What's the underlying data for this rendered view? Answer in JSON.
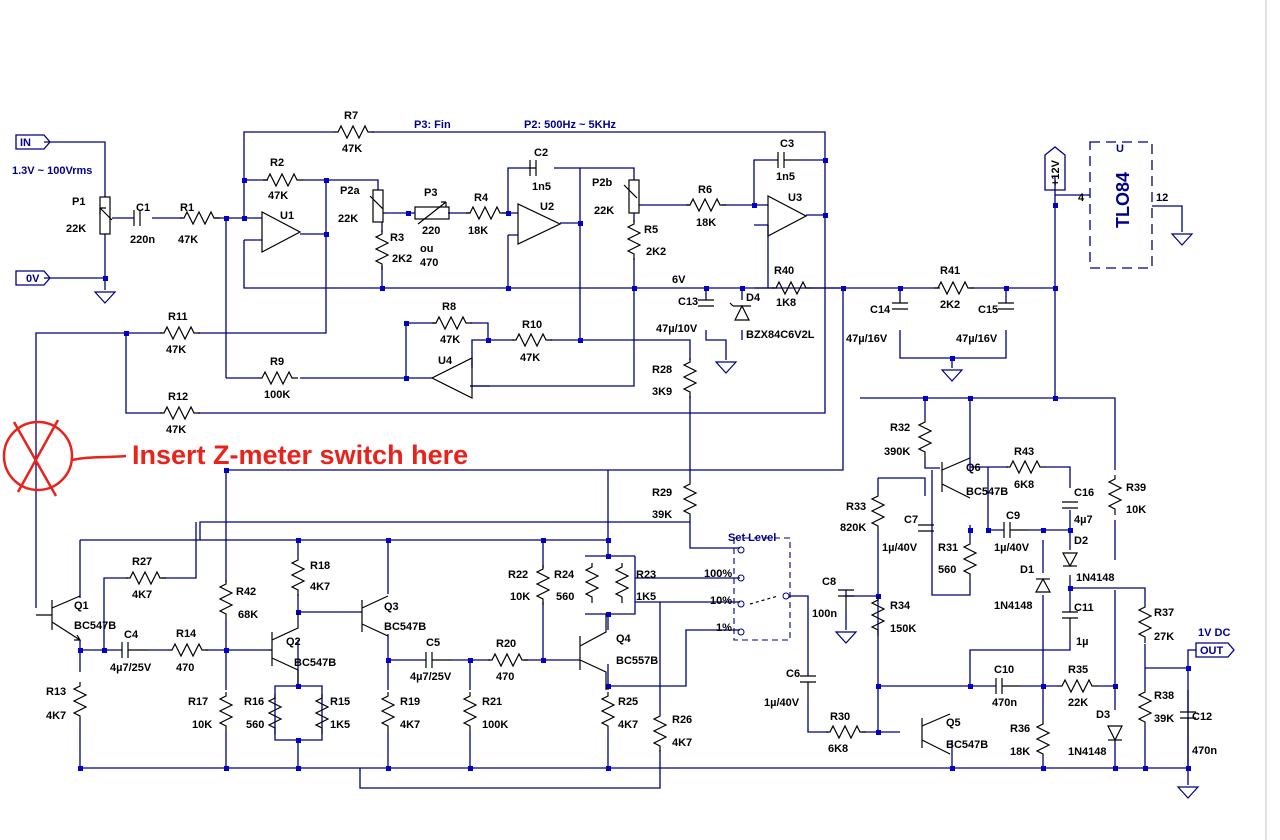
{
  "annotation": "Insert Z-meter switch here",
  "io": {
    "input": "IN",
    "input_range": "1.3V ~ 100Vrms",
    "ground_in": "0V",
    "supply": "+12V",
    "output": "OUT",
    "output_level": "1V DC"
  },
  "notes": {
    "p3": "P3: Fin",
    "p2": "P2: 500Hz ~ 5KHz",
    "rail": "6V",
    "ou": "ou",
    "ou_val": "470",
    "set_level": "Set Level",
    "pos100": "100%",
    "pos10": "10%",
    "pos1": "1%"
  },
  "ic": {
    "name": "TLO84",
    "ref": "U",
    "pin_vcc": "4",
    "pin_gnd": "12"
  },
  "parts": {
    "P1": [
      "P1",
      "22K"
    ],
    "C1": [
      "C1",
      "220n"
    ],
    "R1": [
      "R1",
      "47K"
    ],
    "R2": [
      "R2",
      "47K"
    ],
    "R7": [
      "R7",
      "47K"
    ],
    "U1": [
      "U1",
      ""
    ],
    "P2a": [
      "P2a",
      "22K"
    ],
    "R3": [
      "R3",
      "2K2"
    ],
    "P3": [
      "P3",
      "220"
    ],
    "R4": [
      "R4",
      "18K"
    ],
    "C2": [
      "C2",
      "1n5"
    ],
    "U2": [
      "U2",
      ""
    ],
    "P2b": [
      "P2b",
      "22K"
    ],
    "R5": [
      "R5",
      "2K2"
    ],
    "R6": [
      "R6",
      "18K"
    ],
    "C3": [
      "C3",
      "1n5"
    ],
    "U3": [
      "U3",
      ""
    ],
    "R40": [
      "R40",
      "1K8"
    ],
    "C13": [
      "C13",
      "47µ/10V"
    ],
    "D4": [
      "D4",
      "BZX84C6V2L"
    ],
    "R41": [
      "R41",
      "2K2"
    ],
    "C14": [
      "C14",
      "47µ/16V"
    ],
    "C15": [
      "C15",
      "47µ/16V"
    ],
    "R8": [
      "R8",
      "47K"
    ],
    "R10": [
      "R10",
      "47K"
    ],
    "R9": [
      "R9",
      "100K"
    ],
    "U4": [
      "U4",
      ""
    ],
    "R11": [
      "R11",
      "47K"
    ],
    "R12": [
      "R12",
      "47K"
    ],
    "R28": [
      "R28",
      "3K9"
    ],
    "R29": [
      "R29",
      "39K"
    ],
    "Q1": [
      "Q1",
      "BC547B"
    ],
    "R27": [
      "R27",
      "4K7"
    ],
    "C4": [
      "C4",
      "4µ7/25V"
    ],
    "R14": [
      "R14",
      "470"
    ],
    "R13": [
      "R13",
      "4K7"
    ],
    "R42": [
      "R42",
      "68K"
    ],
    "R17": [
      "R17",
      "10K"
    ],
    "Q2": [
      "Q2",
      "BC547B"
    ],
    "R16": [
      "R16",
      "560"
    ],
    "R15": [
      "R15",
      "1K5"
    ],
    "R18": [
      "R18",
      "4K7"
    ],
    "Q3": [
      "Q3",
      "BC547B"
    ],
    "C5": [
      "C5",
      "4µ7/25V"
    ],
    "R19": [
      "R19",
      "4K7"
    ],
    "R21": [
      "R21",
      "100K"
    ],
    "R20": [
      "R20",
      "470"
    ],
    "R22": [
      "R22",
      "10K"
    ],
    "R24": [
      "R24",
      "560"
    ],
    "R23": [
      "R23",
      "1K5"
    ],
    "Q4": [
      "Q4",
      "BC557B"
    ],
    "R25": [
      "R25",
      "4K7"
    ],
    "R26": [
      "R26",
      "4K7"
    ],
    "C6": [
      "C6",
      "1µ/40V"
    ],
    "R30": [
      "R30",
      "6K8"
    ],
    "R32": [
      "R32",
      "390K"
    ],
    "Q6": [
      "Q6",
      "BC547B"
    ],
    "R43": [
      "R43",
      "6K8"
    ],
    "R33": [
      "R33",
      "820K"
    ],
    "C7": [
      "C7",
      "1µ/40V"
    ],
    "R31": [
      "R31",
      "560"
    ],
    "C9": [
      "C9",
      "1µ/40V"
    ],
    "C16": [
      "C16",
      "4µ7"
    ],
    "D2": [
      "D2",
      "1N4148"
    ],
    "D1": [
      "D1",
      "1N4148"
    ],
    "C8": [
      "C8",
      "100n"
    ],
    "R34": [
      "R34",
      "150K"
    ],
    "C11": [
      "C11",
      "1µ"
    ],
    "R39": [
      "R39",
      "10K"
    ],
    "R37": [
      "R37",
      "27K"
    ],
    "C10": [
      "C10",
      "470n"
    ],
    "R35": [
      "R35",
      "22K"
    ],
    "Q5": [
      "Q5",
      "BC547B"
    ],
    "R36": [
      "R36",
      "18K"
    ],
    "D3": [
      "D3",
      "1N4148"
    ],
    "R38": [
      "R38",
      "39K"
    ],
    "C12": [
      "C12",
      "470n"
    ]
  }
}
